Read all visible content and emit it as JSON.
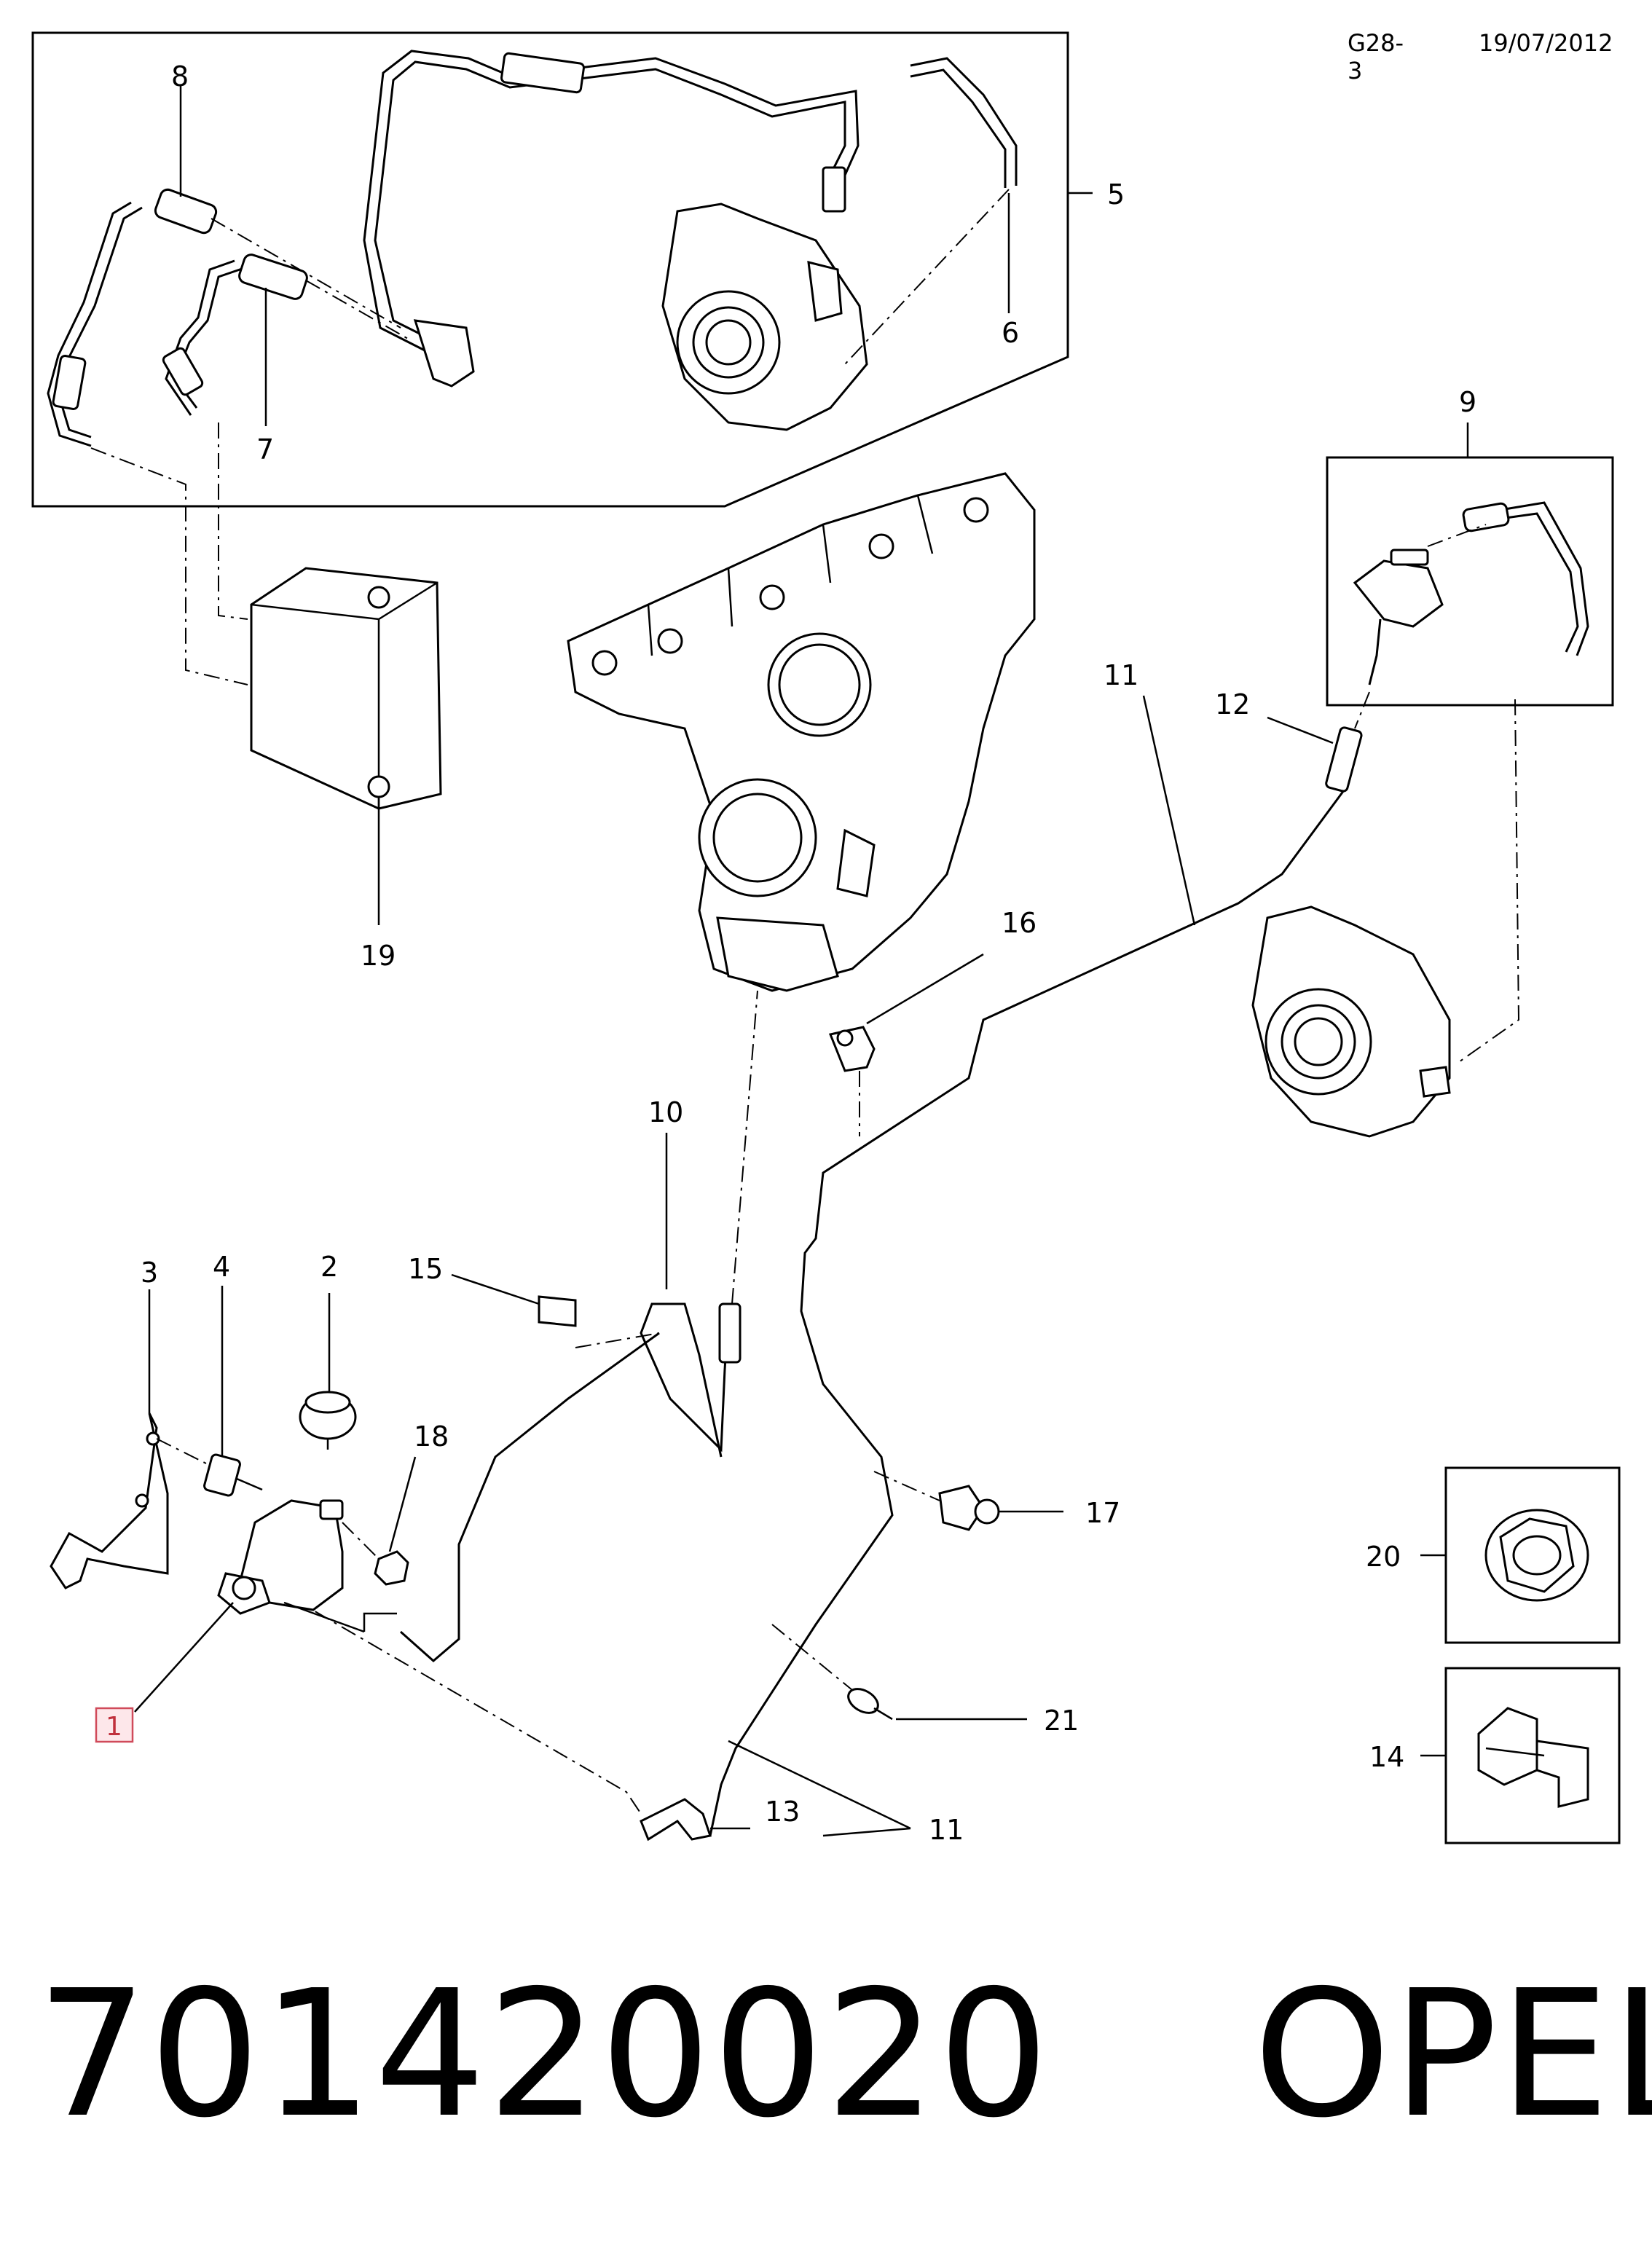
{
  "header": {
    "ref": "G28-3",
    "date": "19/07/2012"
  },
  "callouts": {
    "c1": "1",
    "c2": "2",
    "c3": "3",
    "c4": "4",
    "c5": "5",
    "c6": "6",
    "c7": "7",
    "c8": "8",
    "c9": "9",
    "c10": "10",
    "c11a": "11",
    "c11b": "11",
    "c12": "12",
    "c13": "13",
    "c14": "14",
    "c15": "15",
    "c16": "16",
    "c17": "17",
    "c18": "18",
    "c19": "19",
    "c20": "20",
    "c21": "21"
  },
  "footer": {
    "part_number": "701420020",
    "brand": "OPEL"
  },
  "colors": {
    "line": "#000000",
    "highlight_fill": "#fde7ea",
    "highlight_stroke": "#d04a5a"
  }
}
